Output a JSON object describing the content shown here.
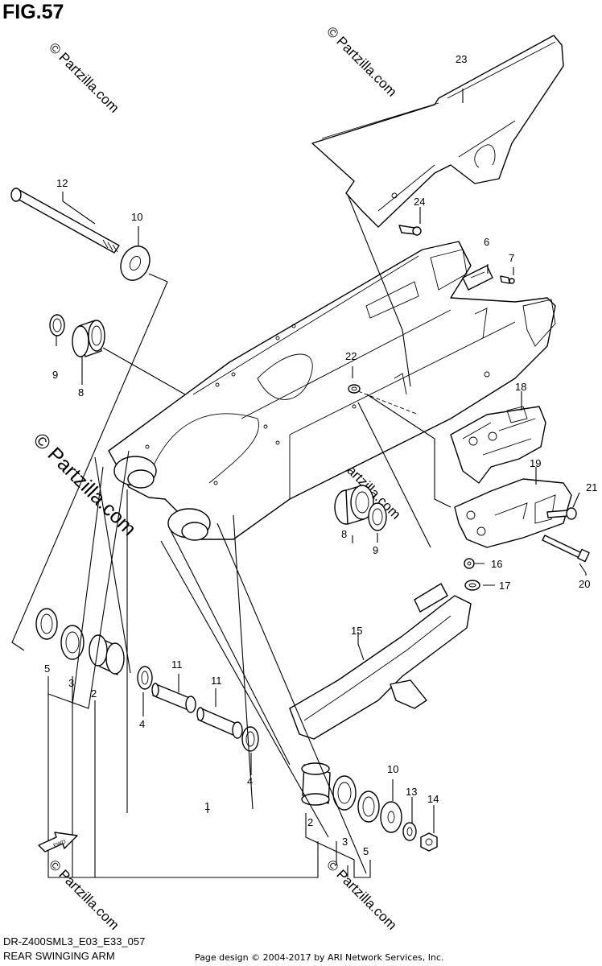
{
  "header": {
    "figure_label": "FIG.57"
  },
  "footer": {
    "model_code": "DR-Z400SML3_E03_E33_057",
    "caption": "REAR SWINGING ARM",
    "credit": "Page design © 2004-2017 by ARI Network Services, Inc."
  },
  "watermark": {
    "text": "© Partzilla.com"
  },
  "callouts": [
    {
      "id": "c1",
      "label": "1"
    },
    {
      "id": "c2a",
      "label": "2"
    },
    {
      "id": "c2b",
      "label": "2"
    },
    {
      "id": "c3a",
      "label": "3"
    },
    {
      "id": "c3b",
      "label": "3"
    },
    {
      "id": "c4a",
      "label": "4"
    },
    {
      "id": "c4b",
      "label": "4"
    },
    {
      "id": "c5a",
      "label": "5"
    },
    {
      "id": "c5b",
      "label": "5"
    },
    {
      "id": "c6",
      "label": "6"
    },
    {
      "id": "c7",
      "label": "7"
    },
    {
      "id": "c8a",
      "label": "8"
    },
    {
      "id": "c8b",
      "label": "8"
    },
    {
      "id": "c9a",
      "label": "9"
    },
    {
      "id": "c9b",
      "label": "9"
    },
    {
      "id": "c10a",
      "label": "10"
    },
    {
      "id": "c10b",
      "label": "10"
    },
    {
      "id": "c11a",
      "label": "11"
    },
    {
      "id": "c11b",
      "label": "11"
    },
    {
      "id": "c12",
      "label": "12"
    },
    {
      "id": "c13",
      "label": "13"
    },
    {
      "id": "c14",
      "label": "14"
    },
    {
      "id": "c15",
      "label": "15"
    },
    {
      "id": "c16",
      "label": "16"
    },
    {
      "id": "c17",
      "label": "17"
    },
    {
      "id": "c18",
      "label": "18"
    },
    {
      "id": "c19",
      "label": "19"
    },
    {
      "id": "c20",
      "label": "20"
    },
    {
      "id": "c21",
      "label": "21"
    },
    {
      "id": "c22",
      "label": "22"
    },
    {
      "id": "c23",
      "label": "23"
    },
    {
      "id": "c24",
      "label": "24"
    }
  ],
  "fwd_arrow_label": "FWD",
  "colors": {
    "line": "#000000",
    "background": "#ffffff",
    "watermark": "#bdbdbd"
  }
}
